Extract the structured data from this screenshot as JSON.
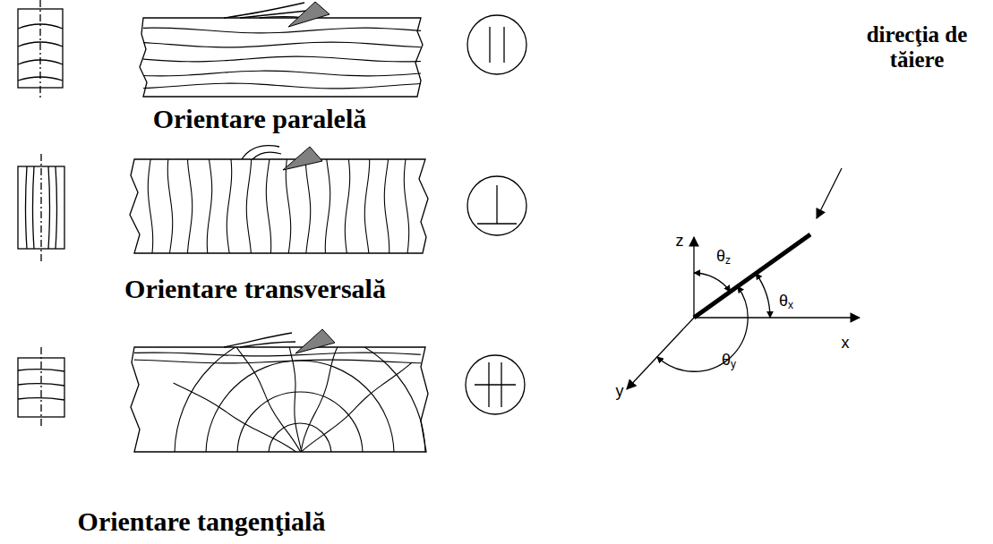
{
  "diagram": {
    "labels": [
      "Orientare paralelă",
      "Orientare transversală",
      "Orientare tangenţială",
      "direcţia de tăiere",
      "z",
      "x",
      "y",
      "θz",
      "θx",
      "θy"
    ]
  }
}
